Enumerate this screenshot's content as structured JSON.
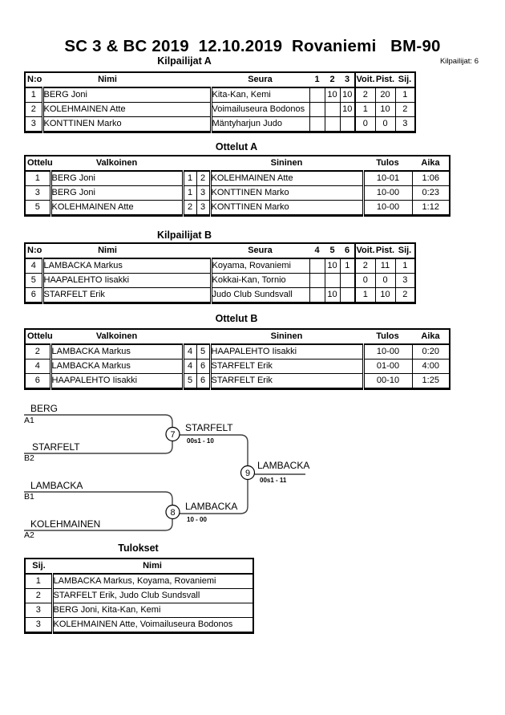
{
  "page": {
    "title": "SC 3 & BC 2019  12.10.2019  Rovaniemi   BM-90",
    "competitors_count_label": "Kilpailijat: 6"
  },
  "colors": {
    "text": "#000000",
    "background": "#ffffff",
    "bracket_line": "#404040"
  },
  "pool_a": {
    "heading": "Kilpailijat A",
    "headers": {
      "no": "N:o",
      "name": "Nimi",
      "club": "Seura",
      "m1": "1",
      "m2": "2",
      "m3": "3",
      "wins": "Voit.",
      "points": "Pist.",
      "place": "Sij."
    },
    "rows": [
      {
        "no": "1",
        "name": "BERG Joni",
        "club": "Kita-Kan, Kemi",
        "m1": "",
        "m2": "10",
        "m3": "10",
        "wins": "2",
        "points": "20",
        "place": "1"
      },
      {
        "no": "2",
        "name": "KOLEHMAINEN Atte",
        "club": "Voimailuseura Bodonos",
        "m1": "",
        "m2": "",
        "m3": "10",
        "wins": "1",
        "points": "10",
        "place": "2"
      },
      {
        "no": "3",
        "name": "KONTTINEN Marko",
        "club": "Mäntyharjun Judo",
        "m1": "",
        "m2": "",
        "m3": "",
        "wins": "0",
        "points": "0",
        "place": "3"
      }
    ]
  },
  "matches_a": {
    "heading": "Ottelut A",
    "headers": {
      "match": "Ottelu",
      "white": "Valkoinen",
      "blue": "Sininen",
      "result": "Tulos",
      "time": "Aika"
    },
    "rows": [
      {
        "match": "1",
        "white": "BERG Joni",
        "wno": "1",
        "bno": "2",
        "blue": "KOLEHMAINEN Atte",
        "result": "10-01",
        "time": "1:06"
      },
      {
        "match": "3",
        "white": "BERG Joni",
        "wno": "1",
        "bno": "3",
        "blue": "KONTTINEN Marko",
        "result": "10-00",
        "time": "0:23"
      },
      {
        "match": "5",
        "white": "KOLEHMAINEN Atte",
        "wno": "2",
        "bno": "3",
        "blue": "KONTTINEN Marko",
        "result": "10-00",
        "time": "1:12"
      }
    ]
  },
  "pool_b": {
    "heading": "Kilpailijat B",
    "headers": {
      "no": "N:o",
      "name": "Nimi",
      "club": "Seura",
      "m1": "4",
      "m2": "5",
      "m3": "6",
      "wins": "Voit.",
      "points": "Pist.",
      "place": "Sij."
    },
    "rows": [
      {
        "no": "4",
        "name": "LAMBACKA Markus",
        "club": "Koyama, Rovaniemi",
        "m1": "",
        "m2": "10",
        "m3": "1",
        "wins": "2",
        "points": "11",
        "place": "1"
      },
      {
        "no": "5",
        "name": "HAAPALEHTO Iisakki",
        "club": "Kokkai-Kan, Tornio",
        "m1": "",
        "m2": "",
        "m3": "",
        "wins": "0",
        "points": "0",
        "place": "3"
      },
      {
        "no": "6",
        "name": "STARFELT Erik",
        "club": "Judo Club Sundsvall",
        "m1": "",
        "m2": "10",
        "m3": "",
        "wins": "1",
        "points": "10",
        "place": "2"
      }
    ]
  },
  "matches_b": {
    "heading": "Ottelut B",
    "headers": {
      "match": "Ottelu",
      "white": "Valkoinen",
      "blue": "Sininen",
      "result": "Tulos",
      "time": "Aika"
    },
    "rows": [
      {
        "match": "2",
        "white": "LAMBACKA Markus",
        "wno": "4",
        "bno": "5",
        "blue": "HAAPALEHTO Iisakki",
        "result": "10-00",
        "time": "0:20"
      },
      {
        "match": "4",
        "white": "LAMBACKA Markus",
        "wno": "4",
        "bno": "6",
        "blue": "STARFELT Erik",
        "result": "01-00",
        "time": "4:00"
      },
      {
        "match": "6",
        "white": "HAAPALEHTO Iisakki",
        "wno": "5",
        "bno": "6",
        "blue": "STARFELT Erik",
        "result": "00-10",
        "time": "1:25"
      }
    ]
  },
  "bracket": {
    "seed_a1": {
      "name": "BERG",
      "code": "A1"
    },
    "seed_b2": {
      "name": "STARFELT",
      "code": "B2"
    },
    "seed_b1": {
      "name": "LAMBACKA",
      "code": "B1"
    },
    "seed_a2": {
      "name": "KOLEHMAINEN",
      "code": "A2"
    },
    "match7": {
      "number": "7",
      "winner": "STARFELT",
      "score": "00s1 - 10"
    },
    "match8": {
      "number": "8",
      "winner": "LAMBACKA",
      "score": "10 - 00"
    },
    "match9": {
      "number": "9",
      "winner": "LAMBACKA",
      "score": "00s1 - 11"
    }
  },
  "results": {
    "heading": "Tulokset",
    "headers": {
      "place": "Sij.",
      "name": "Nimi"
    },
    "rows": [
      {
        "place": "1",
        "name": "LAMBACKA Markus, Koyama, Rovaniemi"
      },
      {
        "place": "2",
        "name": "STARFELT Erik, Judo Club Sundsvall"
      },
      {
        "place": "3",
        "name": "BERG Joni, Kita-Kan, Kemi"
      },
      {
        "place": "3",
        "name": "KOLEHMAINEN Atte, Voimailuseura Bodonos"
      }
    ]
  }
}
